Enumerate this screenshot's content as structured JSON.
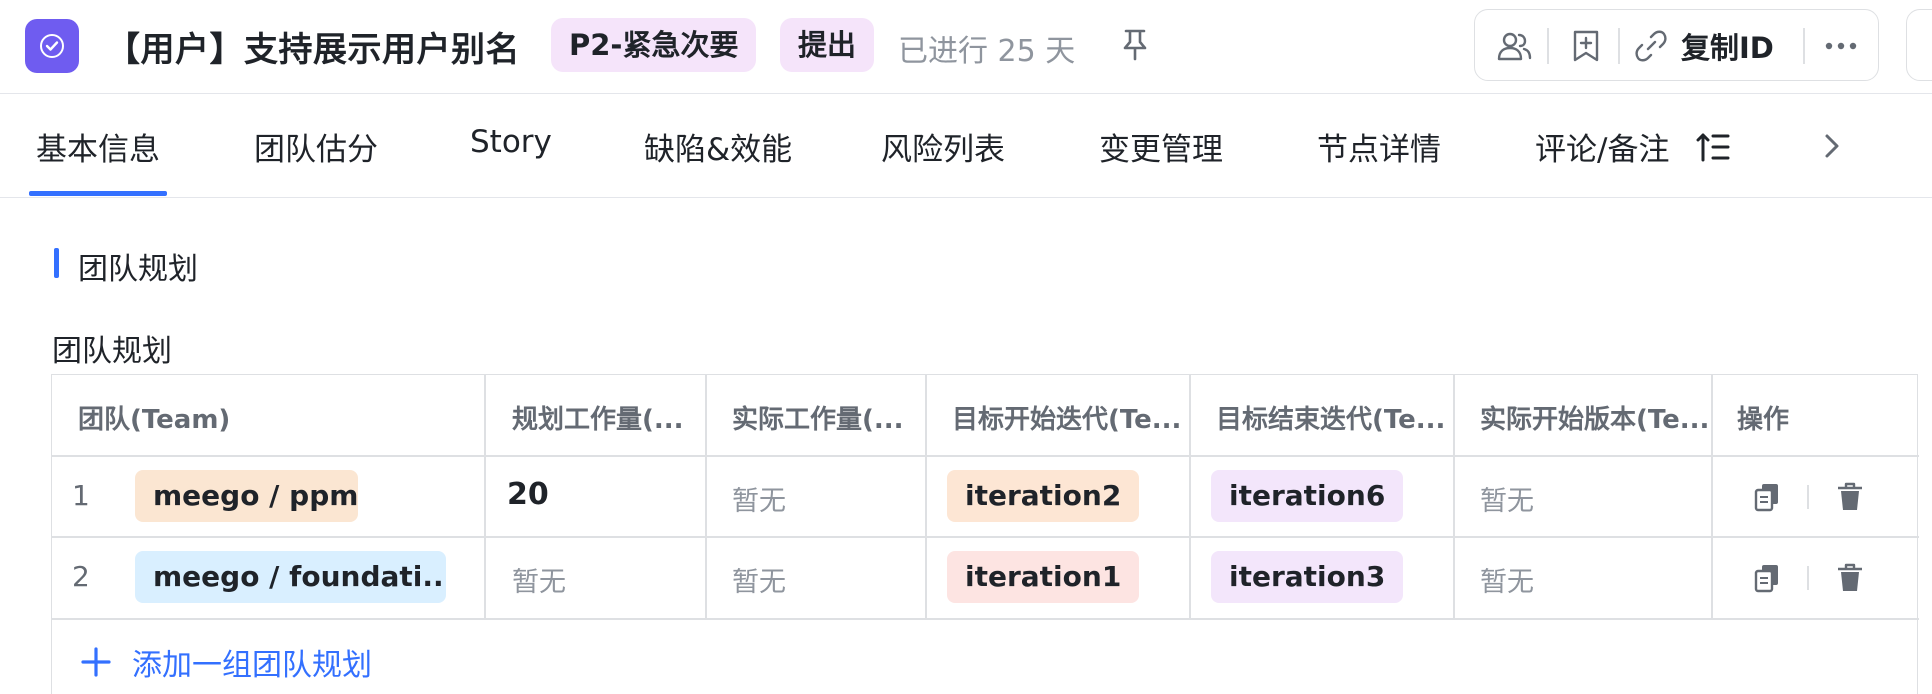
{
  "header": {
    "title": "【用户】支持展示用户别名",
    "priority_badge": "P2-紧急次要",
    "status_badge": "提出",
    "elapsed": "已进行 25 天",
    "copy_id_label": "复制ID",
    "colors": {
      "brand": "#6f5cf0",
      "badge_bg": "#f5e4fa",
      "accent": "#3370ff"
    }
  },
  "tabs": [
    {
      "label": "基本信息",
      "active": true
    },
    {
      "label": "团队估分"
    },
    {
      "label": "Story"
    },
    {
      "label": "缺陷&效能"
    },
    {
      "label": "风险列表"
    },
    {
      "label": "变更管理"
    },
    {
      "label": "节点详情"
    },
    {
      "label": "评论/备注"
    }
  ],
  "section": {
    "title": "团队规划",
    "subtitle": "团队规划"
  },
  "table": {
    "columns": [
      "团队(Team)",
      "规划工作量(...",
      "实际工作量(...",
      "目标开始迭代(Te...",
      "目标结束迭代(Te...",
      "实际开始版本(Te...",
      "操作"
    ],
    "rows": [
      {
        "index": "1",
        "team": "meego / ppm",
        "planned": "20",
        "actual": "暂无",
        "start_iter": "iteration2",
        "end_iter": "iteration6",
        "actual_version": "暂无"
      },
      {
        "index": "2",
        "team": "meego / foundati...",
        "planned": "暂无",
        "actual": "暂无",
        "start_iter": "iteration1",
        "end_iter": "iteration3",
        "actual_version": "暂无"
      }
    ],
    "add_label": "添加一组团队规划"
  },
  "icons": {
    "app": "circle-check-icon",
    "pin": "pin-icon",
    "members": "users-icon",
    "bookmark": "bookmark-add-icon",
    "link": "link-icon",
    "more": "more-horizontal-icon",
    "sort": "sort-icon",
    "chevron": "chevron-right-icon",
    "copy": "copy-icon",
    "delete": "trash-icon",
    "add": "plus-icon"
  }
}
